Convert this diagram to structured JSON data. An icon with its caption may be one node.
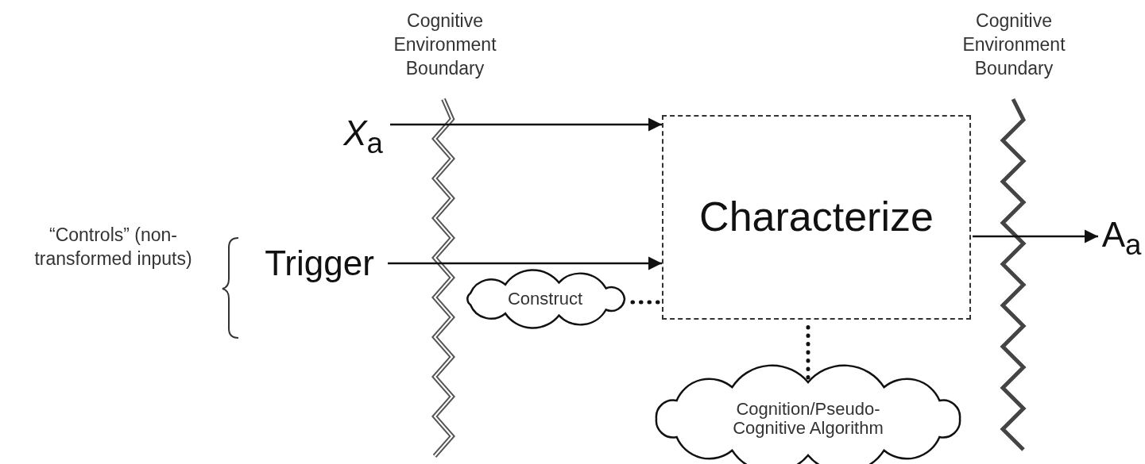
{
  "diagram": {
    "nodes": [
      {
        "text": [
          "*X*$_{a}$"
        ]
      },
      {
        "text": [
          "Trigger"
        ]
      },
      {
        "text": [
          "Characterize"
        ]
      },
      {
        "text": [
          "A$_{a}$"
        ]
      },
      {
        "text": [
          "Construct"
        ]
      },
      {
        "text": [
          "Cognition/Pseudo-Cognitive Algorithm"
        ]
      }
    ],
    "edges": [
      {
        "from": 0,
        "to": 2,
        "arrow": "to"
      },
      {
        "from": 1,
        "to": 2,
        "arrow": "to"
      },
      {
        "from": 2,
        "to": 3,
        "arrow": "to"
      },
      {
        "from": 4,
        "to": 2,
        "arrow": "none",
        "style": "dashed"
      },
      {
        "from": 5,
        "to": 2,
        "arrow": "none",
        "style": "dashed"
      }
    ],
    "labels": [
      "Cognitive Environment Boundary",
      "Cognitive Environment Boundary",
      "“Controls” (non-transformed inputs)"
    ]
  }
}
